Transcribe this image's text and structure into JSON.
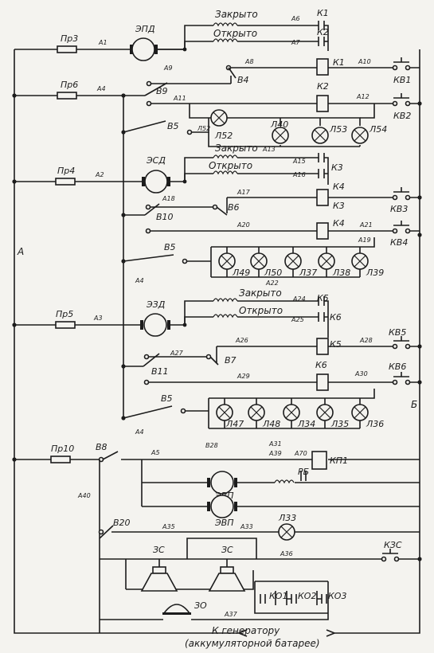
{
  "fuses": [
    "Пр3",
    "Пр6",
    "Пр4",
    "Пр5",
    "Пр10"
  ],
  "wires": [
    "А1",
    "А4",
    "А2",
    "А3",
    "А5",
    "А6",
    "А7",
    "А8",
    "А9",
    "А10",
    "А11",
    "А12",
    "А13",
    "А15",
    "А16",
    "А17",
    "А18",
    "А19",
    "А20",
    "А21",
    "А22",
    "А24",
    "А25",
    "А26",
    "А27",
    "А28",
    "А29",
    "А30",
    "А31",
    "А33",
    "А35",
    "А36",
    "А37",
    "А39",
    "А40",
    "А70",
    "В28"
  ],
  "motors": [
    "ЭПД",
    "ЭСД",
    "ЭЗД",
    "ЭВП",
    "ЭВП"
  ],
  "switches": [
    "В9",
    "В4",
    "В5",
    "В10",
    "В6",
    "В5",
    "В11",
    "В7",
    "В5",
    "В8",
    "В20"
  ],
  "relays": [
    "К1",
    "К2",
    "К1",
    "К2",
    "К3",
    "К4",
    "К3",
    "К4",
    "К5",
    "К6",
    "К5",
    "К6",
    "КП1"
  ],
  "limit_switches": [
    "КВ1",
    "КВ2",
    "КВ3",
    "КВ4",
    "КВ5",
    "КВ6",
    "КЗС"
  ],
  "lamps": [
    "Л52",
    "Л40",
    "Л53",
    "Л54",
    "Л49",
    "Л50",
    "Л37",
    "Л38",
    "Л39",
    "Л47",
    "Л48",
    "Л34",
    "Л35",
    "Л36",
    "Л33"
  ],
  "closed_label": "Закрыто",
  "open_label": "Открыто",
  "bus_a": "А",
  "bus_b": "Б",
  "relay_contact": "РБ",
  "sirens": [
    "ЗС",
    "ЗС"
  ],
  "bell": "ЗО",
  "buttons": [
    "КО1",
    "КО2",
    "КО3"
  ],
  "footer": [
    "К генератору",
    "(аккумуляторной батарее)"
  ]
}
